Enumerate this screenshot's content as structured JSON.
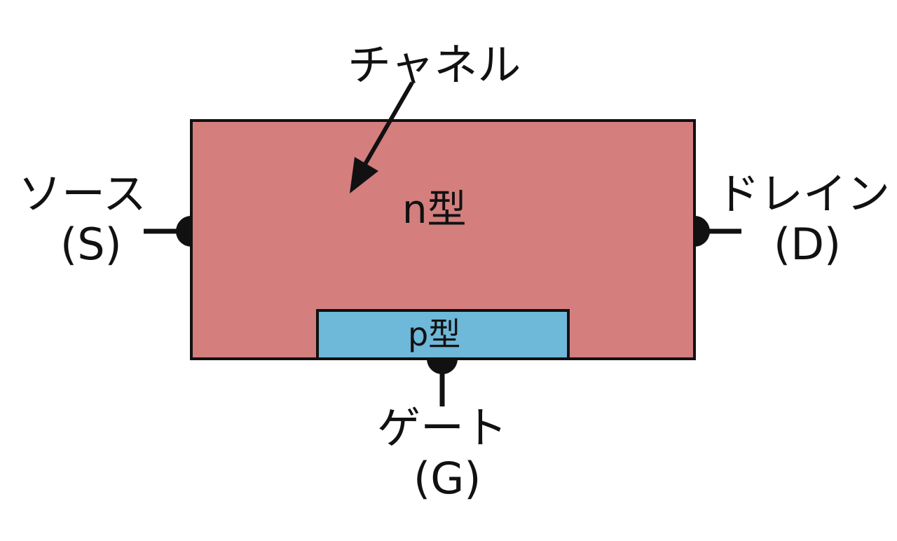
{
  "labels": {
    "channel": "チャネル",
    "n_region": "n型",
    "p_region": "p型",
    "source_name": "ソース",
    "source_symbol": "(S)",
    "drain_name": "ドレイン",
    "drain_symbol": "(D)",
    "gate_name": "ゲート",
    "gate_symbol": "(G)"
  },
  "colors": {
    "n_region": "#d47e7e",
    "p_region": "#6eb8d9",
    "outline": "#111111"
  }
}
